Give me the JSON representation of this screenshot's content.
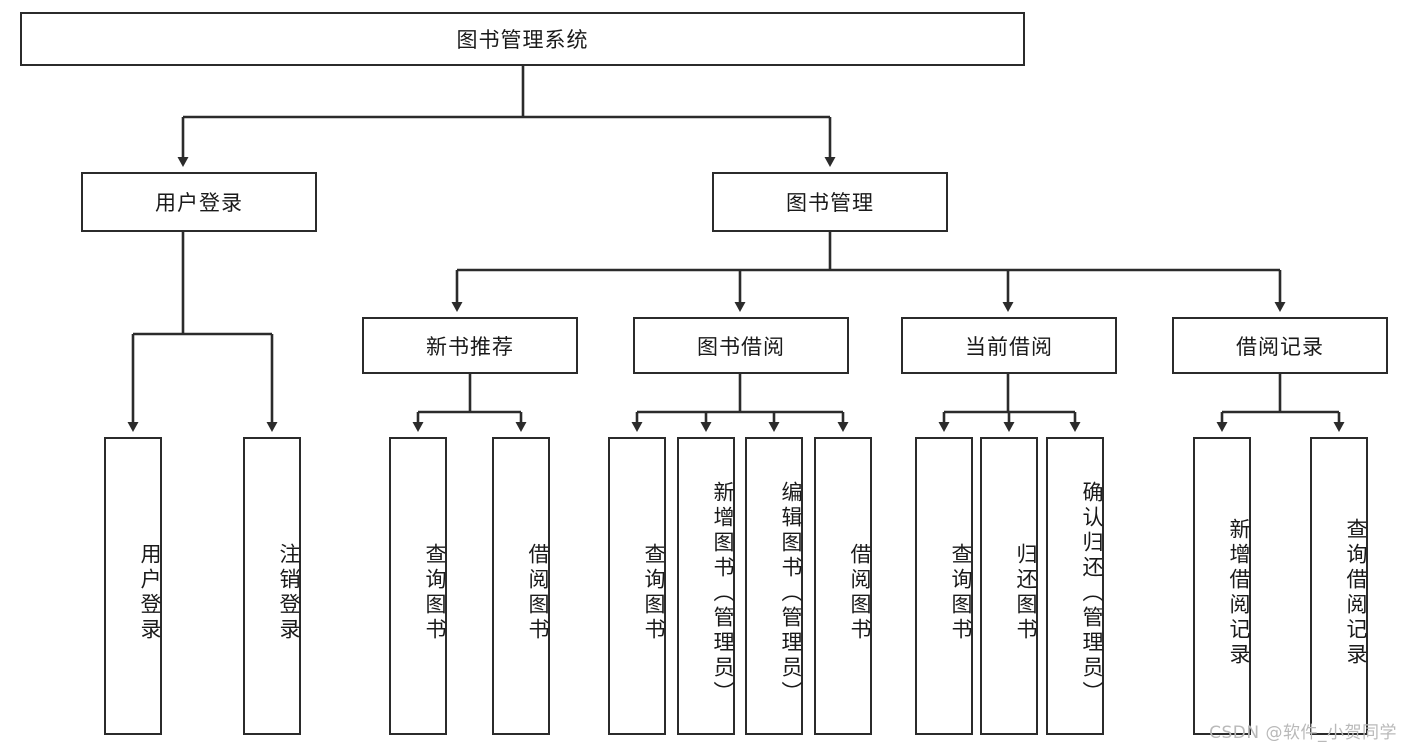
{
  "diagram": {
    "type": "tree",
    "title": "图书管理系统",
    "orientation": "top-down",
    "colors": {
      "box_border": "#2b2b2b",
      "box_fill": "#ffffff",
      "edge": "#2b2b2b",
      "text": "#1a1a1a",
      "watermark": "#b9b9b9",
      "background": "#ffffff"
    },
    "root": {
      "label": "图书管理系统"
    },
    "level1": [
      {
        "label": "用户登录"
      },
      {
        "label": "图书管理"
      }
    ],
    "level2": [
      {
        "label": "新书推荐"
      },
      {
        "label": "图书借阅"
      },
      {
        "label": "当前借阅"
      },
      {
        "label": "借阅记录"
      }
    ],
    "leaves": {
      "user_login": [
        {
          "label": "用户登录"
        },
        {
          "label": "注销登录"
        }
      ],
      "new_book": [
        {
          "label": "查询图书"
        },
        {
          "label": "借阅图书"
        }
      ],
      "book_borrow": [
        {
          "label": "查询图书"
        },
        {
          "label": "新增图书（管理员）"
        },
        {
          "label": "编辑图书（管理员）"
        },
        {
          "label": "借阅图书"
        }
      ],
      "current_borrow": [
        {
          "label": "查询图书"
        },
        {
          "label": "归还图书"
        },
        {
          "label": "确认归还（管理员）"
        }
      ],
      "borrow_record": [
        {
          "label": "新增借阅记录"
        },
        {
          "label": "查询借阅记录"
        }
      ]
    }
  },
  "watermark": {
    "text": "CSDN @软件_小贺同学"
  }
}
